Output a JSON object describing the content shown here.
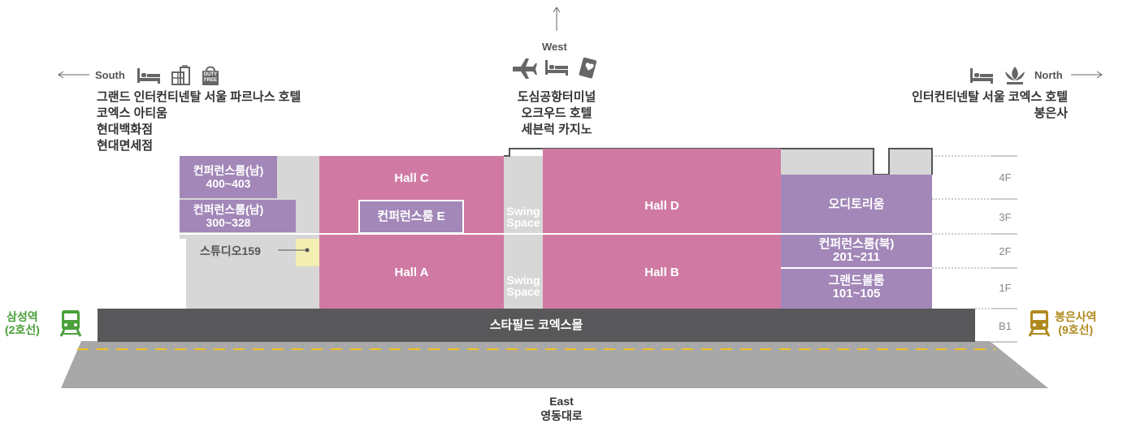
{
  "directions": {
    "west": "West",
    "south": "South",
    "north": "North",
    "east": "East",
    "east_road": "영동대로"
  },
  "icons": {
    "west": [
      "airplane-icon",
      "hotel-bed-icon",
      "casino-card-icon"
    ],
    "south": [
      "hotel-bed-icon",
      "shopping-icon",
      "duty-free-icon"
    ],
    "north": [
      "hotel-bed-icon",
      "temple-lotus-icon"
    ]
  },
  "duty_free_text": "DUTY FREE",
  "landmarks": {
    "south": [
      "그랜드 인터컨티넨탈 서울 파르나스 호텔",
      "코엑스 아티움",
      "현대백화점",
      "현대면세점"
    ],
    "west": [
      "도심공항터미널",
      "오크우드 호텔",
      "세븐럭 카지노"
    ],
    "north": [
      "인터컨티넨탈 서울 코엑스 호텔",
      "봉은사"
    ]
  },
  "rooms": {
    "conf_south_4f": {
      "line1": "컨퍼런스룸(남)",
      "line2": "400~403"
    },
    "conf_south_3f": {
      "line1": "컨퍼런스룸(남)",
      "line2": "300~328"
    },
    "studio": "스튜디오159",
    "hall_c": "Hall C",
    "conf_e": "컨퍼런스룸 E",
    "hall_a": "Hall A",
    "swing_upper": {
      "line1": "Swing",
      "line2": "Space"
    },
    "swing_lower": {
      "line1": "Swing",
      "line2": "Space"
    },
    "hall_d": "Hall D",
    "hall_b": "Hall B",
    "auditorium": "오디토리움",
    "conf_north": {
      "line1": "컨퍼런스룸(북)",
      "line2": "201~211"
    },
    "grand_ballroom": {
      "line1": "그랜드볼룸",
      "line2": "101~105"
    },
    "starfield": "스타필드 코엑스몰"
  },
  "floors": [
    "4F",
    "3F",
    "2F",
    "1F",
    "B1"
  ],
  "stations": {
    "samseong": {
      "line1": "삼성역",
      "line2": "(2호선)",
      "color": "#4aa03a"
    },
    "bongeunsa": {
      "line1": "봉은사역",
      "line2": "(9호선)",
      "color": "#b08a1e"
    }
  },
  "colors": {
    "hall_pink": "#d07aa3",
    "purple": "#a287b8",
    "gray_block": "#d7d7d7",
    "mall": "#58585a",
    "road": "#a8a8a8",
    "road_line": "#f2c21b",
    "studio_yellow": "#f3eeb1"
  }
}
